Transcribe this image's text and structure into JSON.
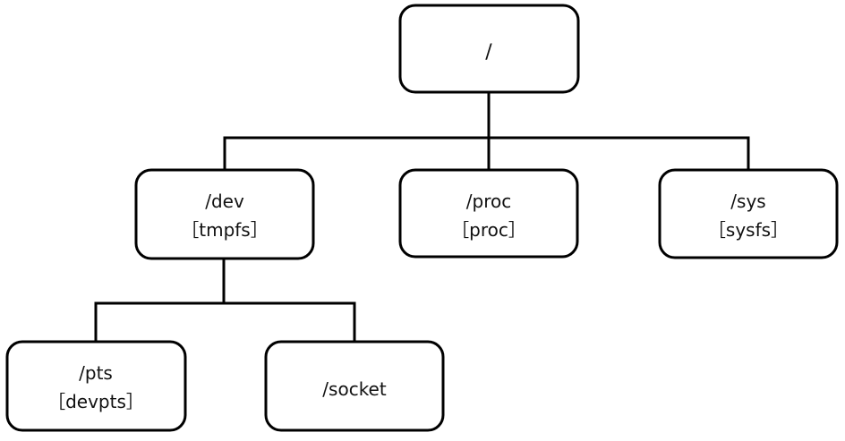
{
  "diagram": {
    "root": {
      "label": "/"
    },
    "dev": {
      "label": "/dev",
      "fs": "［tmpfs］"
    },
    "proc": {
      "label": "/proc",
      "fs": "［proc］"
    },
    "sys": {
      "label": "/sys",
      "fs": "［sysfs］"
    },
    "pts": {
      "label": "/pts",
      "fs": "［devpts］"
    },
    "socket": {
      "label": "/socket"
    }
  }
}
